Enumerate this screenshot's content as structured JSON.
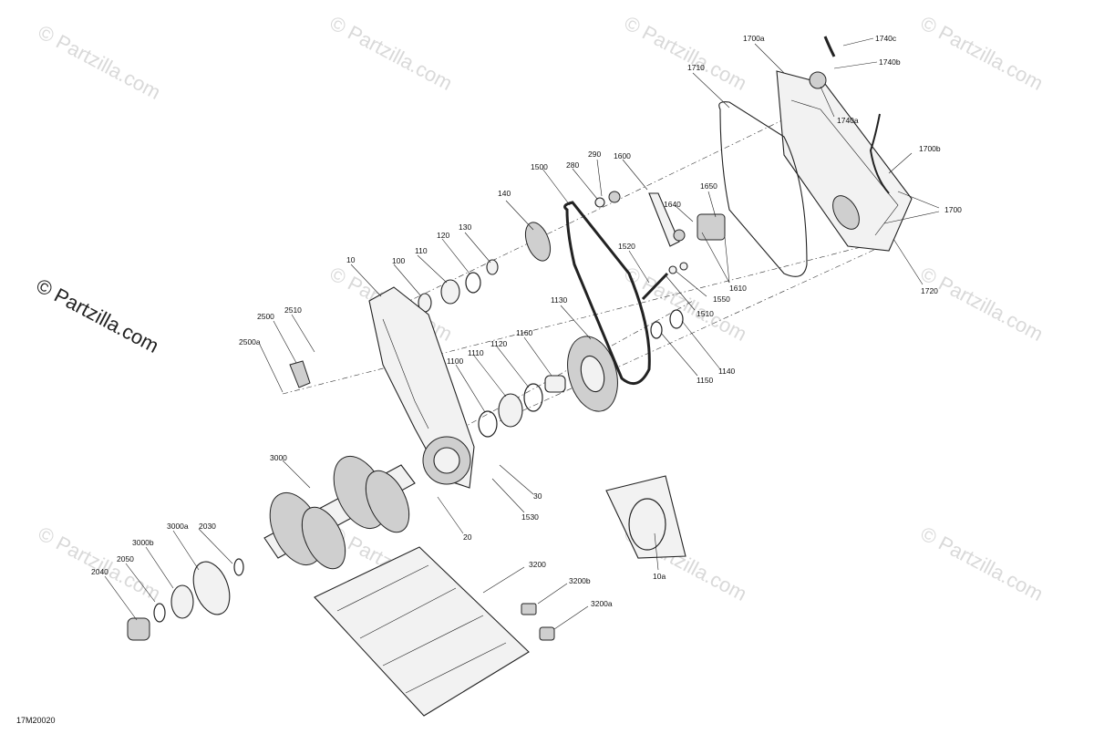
{
  "watermark": {
    "text": "© Partzilla.com"
  },
  "diagram_code": "17M20020",
  "callouts": [
    {
      "id": "1740c"
    },
    {
      "id": "1740b"
    },
    {
      "id": "1700a"
    },
    {
      "id": "1740a"
    },
    {
      "id": "1710"
    },
    {
      "id": "1700b"
    },
    {
      "id": "1700"
    },
    {
      "id": "1720"
    },
    {
      "id": "290"
    },
    {
      "id": "280"
    },
    {
      "id": "1600"
    },
    {
      "id": "1500"
    },
    {
      "id": "1650"
    },
    {
      "id": "1640"
    },
    {
      "id": "140"
    },
    {
      "id": "130"
    },
    {
      "id": "120"
    },
    {
      "id": "110"
    },
    {
      "id": "100"
    },
    {
      "id": "10"
    },
    {
      "id": "1520"
    },
    {
      "id": "1610"
    },
    {
      "id": "1550"
    },
    {
      "id": "1510"
    },
    {
      "id": "2500"
    },
    {
      "id": "2510"
    },
    {
      "id": "2500a"
    },
    {
      "id": "1130"
    },
    {
      "id": "1160"
    },
    {
      "id": "1120"
    },
    {
      "id": "1110"
    },
    {
      "id": "1100"
    },
    {
      "id": "1140"
    },
    {
      "id": "1150"
    },
    {
      "id": "3000"
    },
    {
      "id": "30"
    },
    {
      "id": "1530"
    },
    {
      "id": "20"
    },
    {
      "id": "3000a"
    },
    {
      "id": "2030"
    },
    {
      "id": "3000b"
    },
    {
      "id": "2050"
    },
    {
      "id": "2040"
    },
    {
      "id": "3200"
    },
    {
      "id": "3200b"
    },
    {
      "id": "3200a"
    },
    {
      "id": "10a"
    }
  ]
}
